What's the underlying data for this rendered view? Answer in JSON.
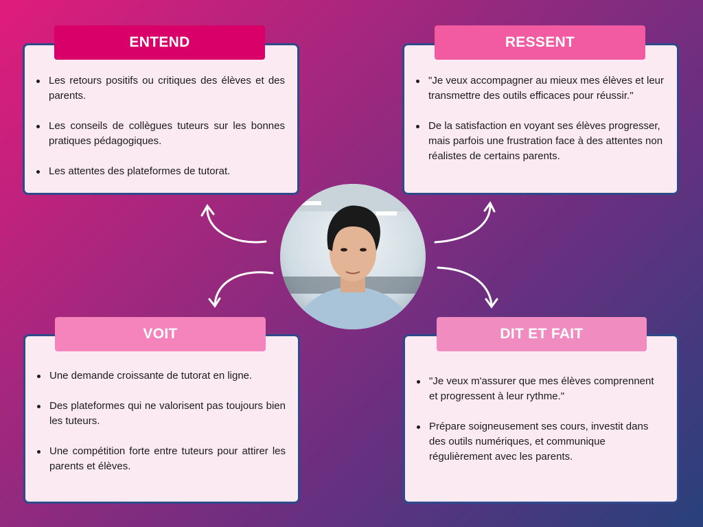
{
  "colors": {
    "entend": "#d9006a",
    "ressent": "#f25aa2",
    "voit": "#f584bd",
    "dit_et_fait": "#f08cc0",
    "card_bg": "#fbeaf1",
    "card_border": "#2e4a8a"
  },
  "entend": {
    "title": "ENTEND",
    "items": [
      "Les retours positifs ou critiques des élèves et des parents.",
      "Les conseils de collègues tuteurs sur les bonnes pratiques pédagogiques.",
      "Les attentes des plateformes de tutorat."
    ]
  },
  "ressent": {
    "title": "RESSENT",
    "items": [
      "\"Je veux accompagner au mieux mes élèves et leur transmettre des outils efficaces pour réussir.\"",
      "De la satisfaction en voyant ses élèves progresser, mais parfois une frustration face à des attentes non réalistes de certains parents."
    ]
  },
  "voit": {
    "title": "VOIT",
    "items": [
      "Une demande croissante de tutorat en ligne.",
      "Des plateformes qui ne valorisent pas toujours bien les tuteurs.",
      "Une compétition forte entre tuteurs pour attirer les parents et élèves."
    ]
  },
  "dit_et_fait": {
    "title": "DIT ET FAIT",
    "items": [
      "\"Je veux m'assurer que mes élèves comprennent et progressent à leur rythme.\"",
      "Prépare soigneusement ses cours, investit dans des outils numériques, et communique régulièrement avec les parents."
    ]
  }
}
